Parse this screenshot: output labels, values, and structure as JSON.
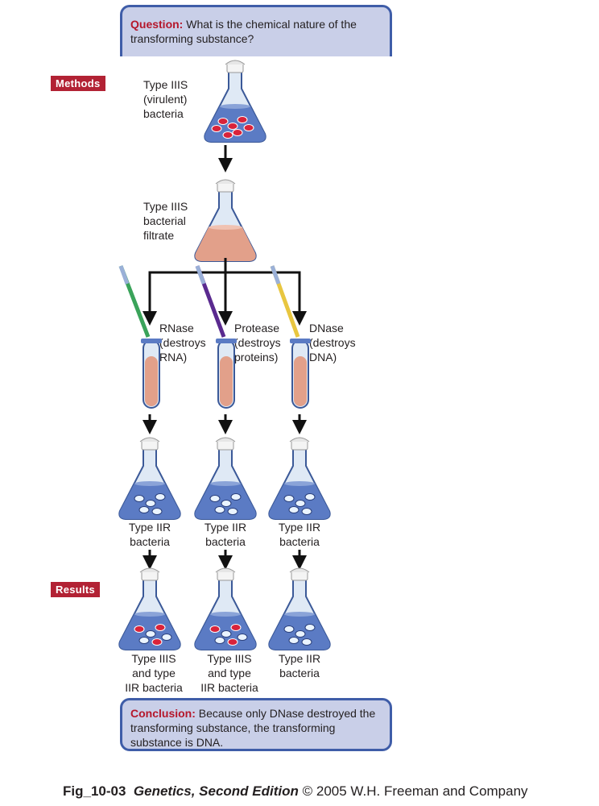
{
  "question": {
    "keyword": "Question:",
    "text": "What is the chemical nature of the transforming substance?"
  },
  "tags": {
    "methods": "Methods",
    "results": "Results"
  },
  "labels": {
    "virulent": "Type IIIS\n(virulent)\nbacteria",
    "filtrate": "Type IIIS\nbacterial\nfiltrate",
    "rnase": "RNase\n(destroys\nRNA)",
    "protease": "Protease\n(destroys\nproteins)",
    "dnase": "DNase\n(destroys\nDNA)",
    "mid_1": "Type IIR\nbacteria",
    "mid_2": "Type IIR\nbacteria",
    "mid_3": "Type IIR\nbacteria",
    "res_1": "Type IIIS\nand type\nIIR bacteria",
    "res_2": "Type IIIS\nand type\nIIR bacteria",
    "res_3": "Type IIR\nbacteria"
  },
  "conclusion": {
    "keyword": "Conclusion:",
    "text": "Because only DNase destroyed the transforming substance, the transforming substance is DNA."
  },
  "caption": {
    "fig": "Fig_10-03",
    "book": "Genetics, Second Edition",
    "rest": "© 2005 W.H. Freeman and Company"
  },
  "colors": {
    "flask_liquid": "#5b7bc4",
    "filtrate": "#e2a08a",
    "red_cell": "#d9233a",
    "white_cell": "#eaf4ff",
    "pipette_rnase": "#3aa35a",
    "pipette_protease": "#5a2a8f",
    "pipette_dnase": "#e8c640"
  }
}
